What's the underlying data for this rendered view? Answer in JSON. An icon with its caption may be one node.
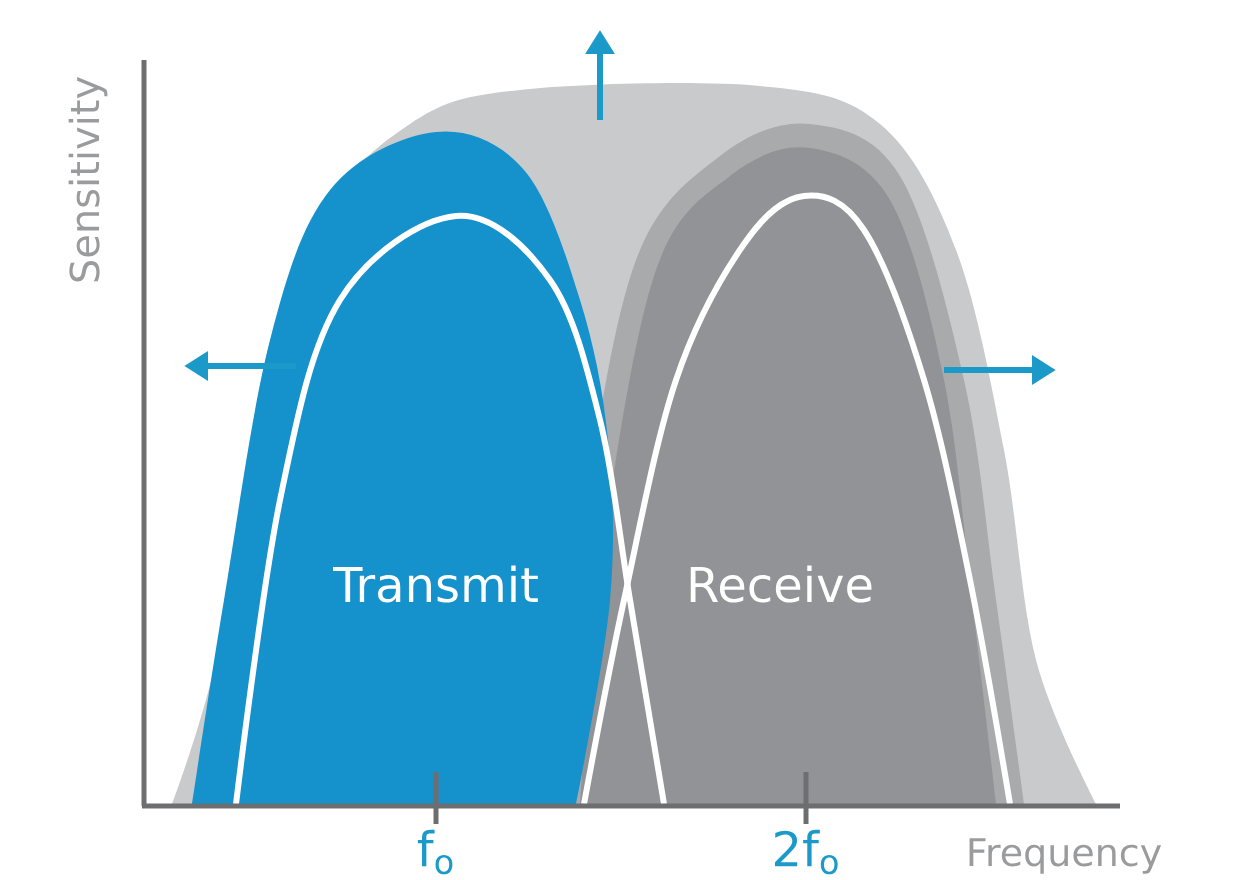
{
  "diagram": {
    "nodes": [
      {
        "text": [
          "Transmit"
        ]
      },
      {
        "text": [
          "Receive"
        ]
      }
    ],
    "labels": [
      "Sensitivity",
      "f$_{o}$",
      "2f$_{o}$",
      "Frequency"
    ]
  }
}
